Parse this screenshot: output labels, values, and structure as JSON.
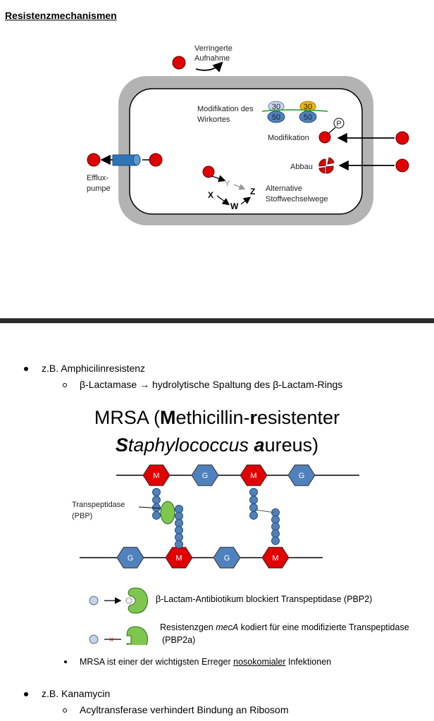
{
  "heading": "Resistenzmechanismen",
  "cell_diagram": {
    "labels": {
      "uptake_1": "Verringerte",
      "uptake_2": "Aufnahme",
      "target_1": "Modifikation des",
      "target_2": "Wirkortes",
      "modification": "Modifikation",
      "degradation": "Abbau",
      "efflux_1": "Efflux-",
      "efflux_2": "pumpe",
      "alt_1": "Alternative",
      "alt_2": "Stoffwechselwege",
      "phosphate": "P",
      "ribo_30": "30",
      "ribo_50": "50",
      "metab_x": "X",
      "metab_y": "Y",
      "metab_z": "Z",
      "metab_w": "W"
    }
  },
  "bullets": {
    "amp": "z.B. Amphicilinresistenz",
    "amp_sub": "β-Lactamase → hydrolytische Spaltung des β-Lactam-Rings",
    "kana": "z.B. Kanamycin",
    "kana_sub": "Acyltransferase verhindert Bindung an Ribosom",
    "mrsa_note_pre": "MRSA ist einer der wichtigsten Erreger ",
    "mrsa_note_u": "nosokomialer",
    "mrsa_note_post": " Infektionen"
  },
  "mrsa": {
    "title_line1_a": "MRSA (",
    "title_line1_b": "M",
    "title_line1_c": "ethicillin-",
    "title_line1_d": "r",
    "title_line1_e": "esistenter",
    "title_line2_a": "S",
    "title_line2_b": "taphylococcus ",
    "title_line2_c": "a",
    "title_line2_d": "ureus)",
    "transpeptidase_1": "Transpeptidase",
    "transpeptidase_2": "(PBP)",
    "m": "M",
    "g": "G",
    "legend_1": "β-Lactam-Antibiotikum blockiert Transpeptidase (PBP2)",
    "legend_2a_pre": "Resistenzgen ",
    "legend_2a_gene": "mecA",
    "legend_2a_post": " kodiert für eine modifizierte Transpeptidase",
    "legend_2b": "(PBP2a)"
  },
  "colors": {
    "red": "#e00000",
    "blue": "#4f81bd",
    "green": "#7fc64f",
    "gray": "#a6a6a6"
  }
}
